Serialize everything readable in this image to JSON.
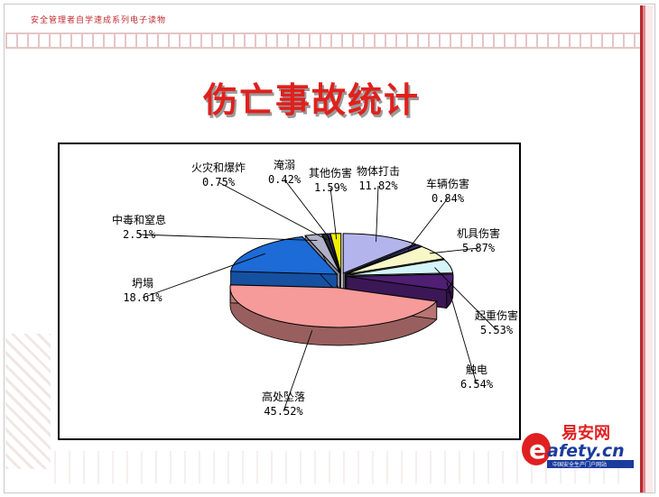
{
  "header": {
    "series_title": "安全管理者自学速成系列电子读物"
  },
  "page": {
    "title": "伤亡事故统计"
  },
  "logo": {
    "name_cn": "易安网",
    "domain": "afety.cn",
    "tagline": "中国安全生产门户网站"
  },
  "chart_data": {
    "type": "pie",
    "title": "",
    "categories": [
      "物体打击",
      "车辆伤害",
      "机具伤害",
      "起重伤害",
      "触电",
      "高处坠落",
      "坍塌",
      "中毒和窒息",
      "火灾和爆炸",
      "淹溺",
      "其他伤害"
    ],
    "values": [
      11.82,
      0.84,
      5.87,
      5.53,
      6.54,
      45.52,
      18.61,
      2.51,
      0.75,
      0.42,
      1.59
    ],
    "value_labels": [
      "11.82%",
      "0.84%",
      "5.87%",
      "5.53%",
      "6.54%",
      "45.52%",
      "18.61%",
      "2.51%",
      "0.75%",
      "0.42%",
      "1.59%"
    ],
    "colors": [
      "#b4b4ec",
      "#3a3a7a",
      "#f7f7c8",
      "#d4f5f7",
      "#4f1f73",
      "#f69a9a",
      "#1c6bd6",
      "#b0b0c8",
      "#2a2a2a",
      "#3636a0",
      "#f2ee00"
    ],
    "exploded": [
      "高处坠落"
    ],
    "legend": "none",
    "style": "3d"
  }
}
